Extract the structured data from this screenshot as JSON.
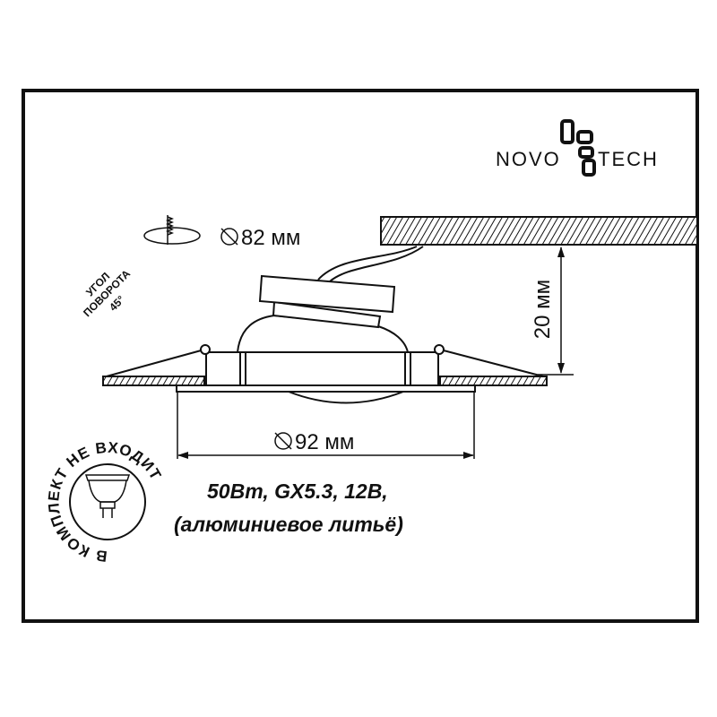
{
  "logo": {
    "text": "NOVOTECH"
  },
  "cutout": {
    "icon": "saw-cutout-icon",
    "diameter_label": "82 мм"
  },
  "rotation": {
    "line1": "УГОЛ",
    "line2": "ПОВОРОТА",
    "line3": "45°"
  },
  "height_dimension": {
    "label": "20 мм"
  },
  "outer_dimension": {
    "label": "92 мм"
  },
  "lamp_badge": {
    "ring_text": "В КОМПЛЕКТ НЕ ВХОДИТ",
    "icon": "mr16-lamp-icon"
  },
  "specs": {
    "line1": "50Вт, GX5.3, 12В,",
    "line2": "(алюминиевое литьё)"
  }
}
